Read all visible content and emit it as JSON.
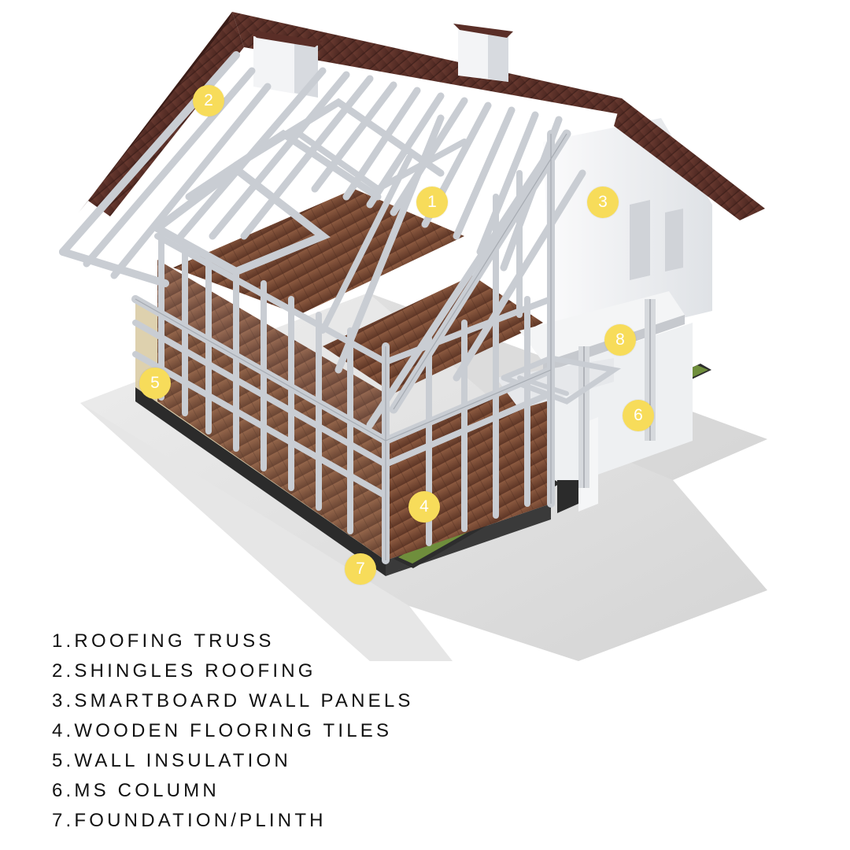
{
  "markers": [
    {
      "number": "1"
    },
    {
      "number": "2"
    },
    {
      "number": "3"
    },
    {
      "number": "4"
    },
    {
      "number": "5"
    },
    {
      "number": "6"
    },
    {
      "number": "7"
    },
    {
      "number": "8"
    }
  ],
  "legend": [
    "1.ROOFING TRUSS",
    "2.SHINGLES ROOFING",
    "3.SMARTBOARD WALL PANELS",
    "4.WOODEN FLOORING TILES",
    "5.WALL INSULATION",
    "6.MS COLUMN",
    "7.FOUNDATION/PLINTH"
  ],
  "colors": {
    "marker": "#f7dc5a",
    "marker_text": "#ffffff",
    "roof": "#5a2e27",
    "steel_frame": "#d3d7dc",
    "wood_floor": "#7a4a35",
    "wall_panel": "#f1f2f4",
    "ground": "#dcdcdc",
    "grass": "#6f8e3c",
    "legend_text": "#111111"
  }
}
